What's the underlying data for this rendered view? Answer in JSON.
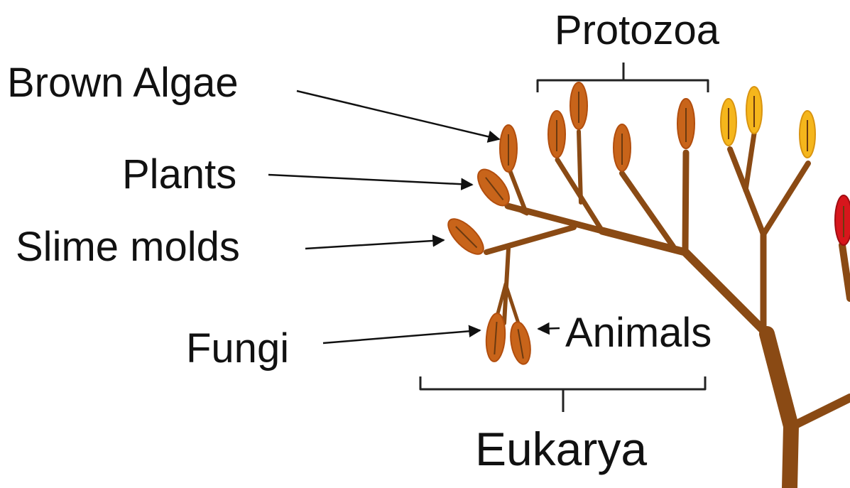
{
  "labels": {
    "protozoa": "Protozoa",
    "brown_algae": "Brown Algae",
    "plants": "Plants",
    "slime_molds": "Slime molds",
    "fungi": "Fungi",
    "animals": "Animals",
    "eukarya": "Eukarya"
  },
  "colors": {
    "branch": "#8a4a14",
    "leaf_eukarya_fill": "#c8641a",
    "leaf_eukarya_stroke": "#b24e0e",
    "leaf_yellow_fill": "#f5b61c",
    "leaf_yellow_stroke": "#d99410",
    "leaf_red_fill": "#d7161c",
    "leaf_red_stroke": "#a00d12",
    "text": "#111111"
  }
}
